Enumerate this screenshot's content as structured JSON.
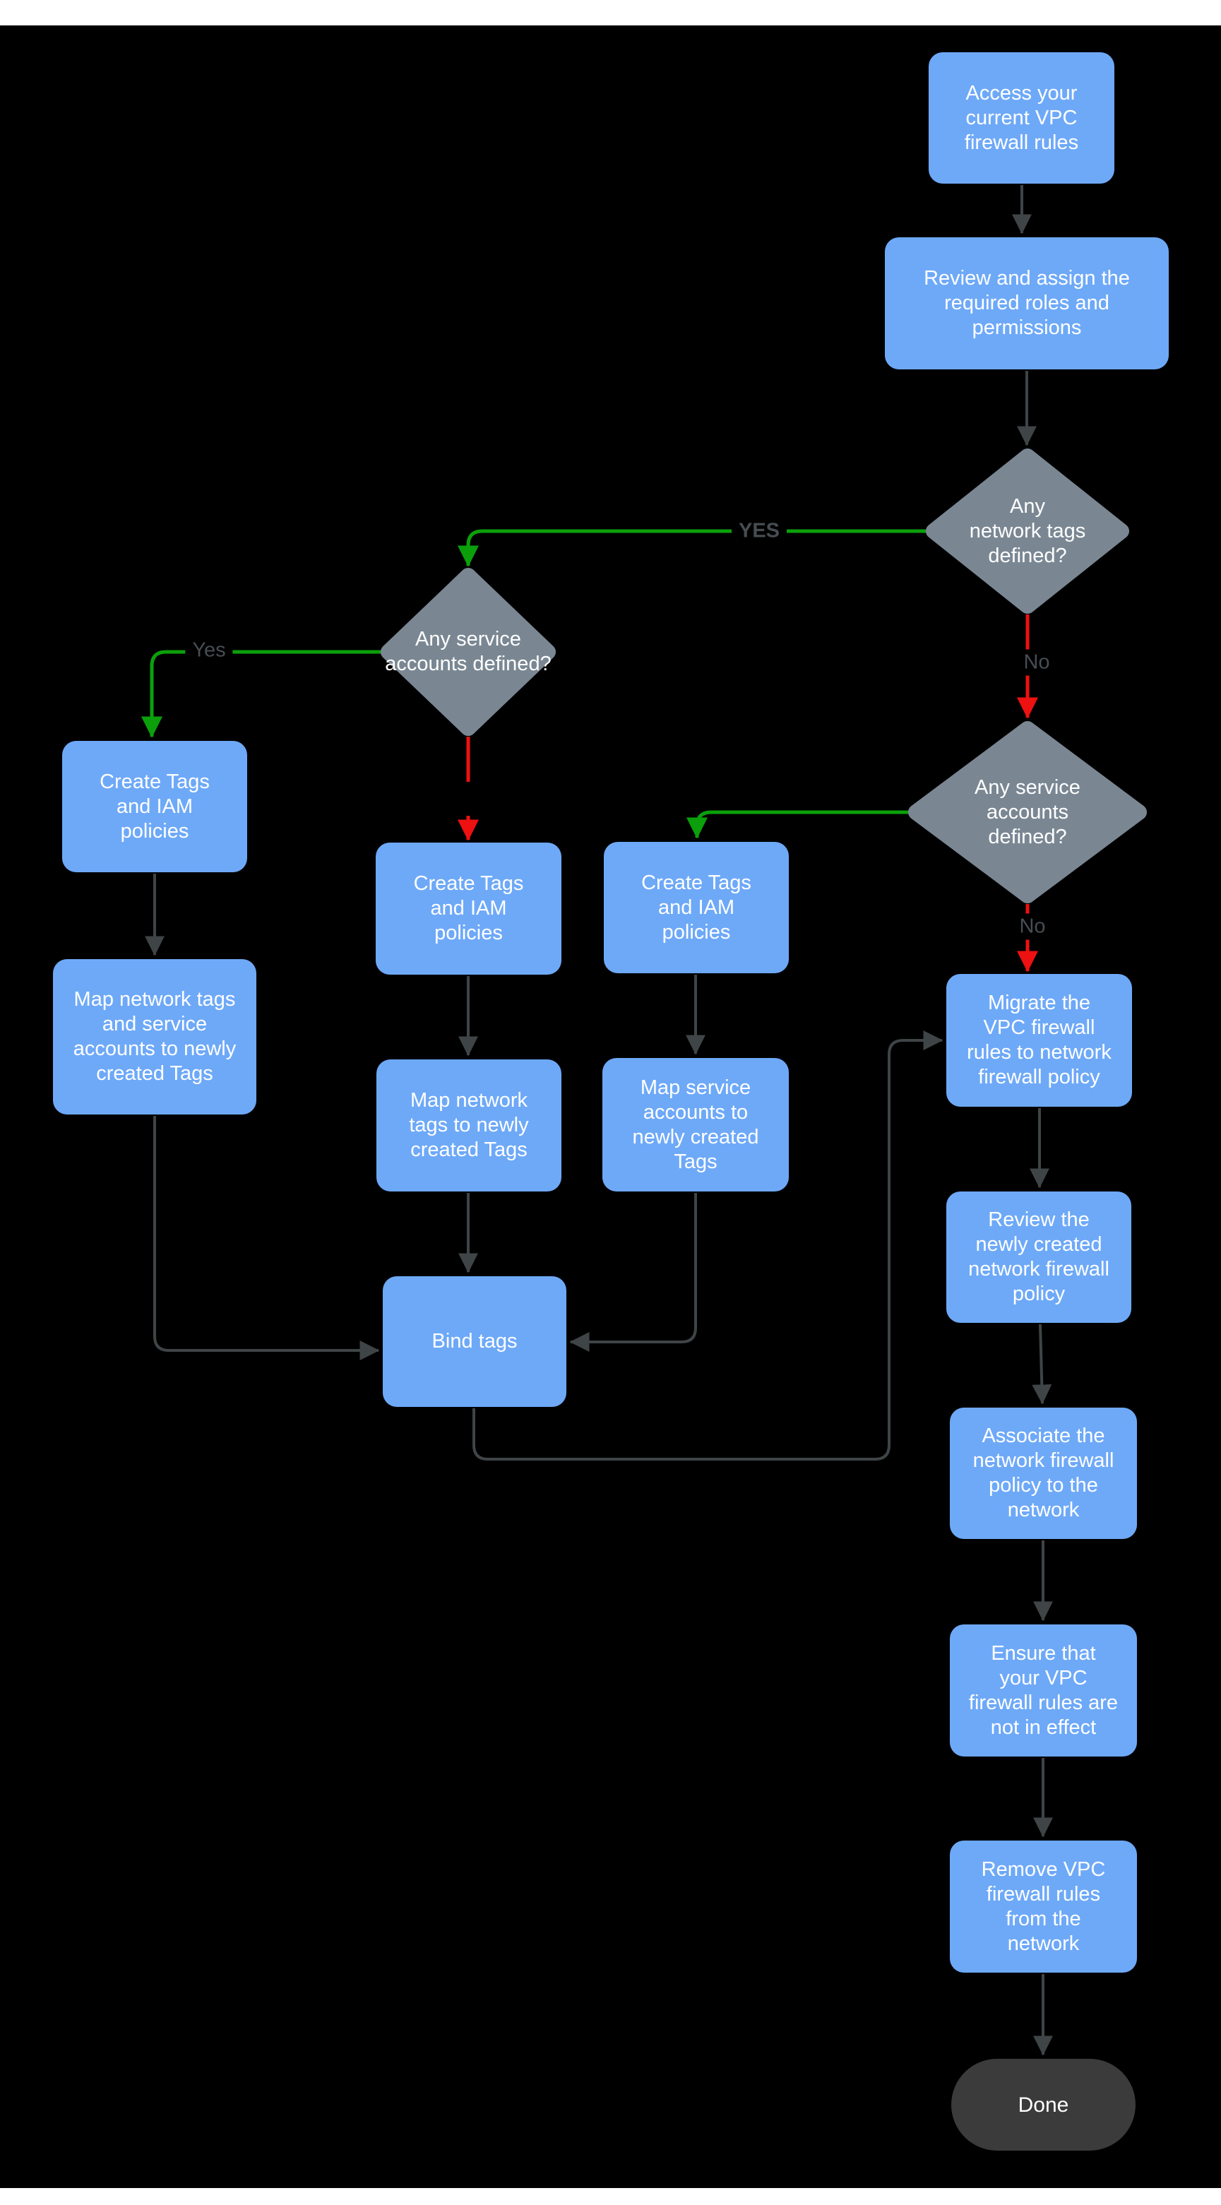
{
  "colors": {
    "background": "#000000",
    "page_strip": "#ffffff",
    "node_fill": "#6EA9F8",
    "node_text": "#ffffff",
    "decision_fill": "#7A8793",
    "terminal_fill": "#3B3B3B",
    "terminal_text": "#ffffff",
    "connector": "#3F4447",
    "branch_yes": "#0BA00B",
    "branch_no": "#ED1111",
    "edge_label_text": "#474D52"
  },
  "flowchart": {
    "nodes": {
      "access": {
        "label": "Access your\ncurrent VPC\nfirewall rules"
      },
      "review_roles": {
        "label": "Review and assign the\nrequired roles and\npermissions"
      },
      "network_tags_q": {
        "label": "Any\nnetwork tags\ndefined?"
      },
      "service_accounts_left_q": {
        "label": "Any service\naccounts defined?"
      },
      "service_accounts_right_q": {
        "label": "Any service\naccounts\ndefined?"
      },
      "create_tags_a": {
        "label": "Create Tags\nand IAM\npolicies"
      },
      "create_tags_b": {
        "label": "Create Tags\nand IAM\npolicies"
      },
      "create_tags_c": {
        "label": "Create Tags\nand IAM\npolicies"
      },
      "map_both": {
        "label": "Map network tags\nand service\naccounts to newly\ncreated Tags"
      },
      "map_network": {
        "label": "Map network\ntags to newly\ncreated Tags"
      },
      "map_service": {
        "label": "Map service\naccounts  to\nnewly created\nTags"
      },
      "bind_tags": {
        "label": "Bind tags"
      },
      "migrate": {
        "label": "Migrate the\nVPC firewall\nrules to network\nfirewall policy"
      },
      "review_policy": {
        "label": "Review the\nnewly created\nnetwork firewall\npolicy"
      },
      "associate": {
        "label": "Associate the\nnetwork firewall\npolicy to the\nnetwork"
      },
      "ensure": {
        "label": "Ensure that\nyour VPC\nfirewall rules are\nnot in effect"
      },
      "remove": {
        "label": "Remove  VPC\nfirewall rules\nfrom the\nnetwork"
      },
      "done": {
        "label": "Done"
      }
    },
    "edge_labels": {
      "network_tags_yes": "YES",
      "network_tags_no": "No",
      "service_accounts_left_yes": "Yes",
      "service_accounts_right_no": "No"
    }
  }
}
